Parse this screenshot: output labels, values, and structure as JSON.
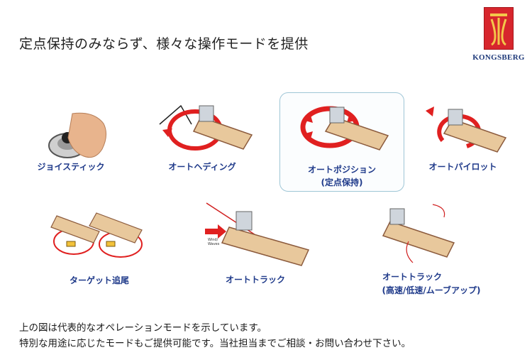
{
  "title": "定点保持のみならず、様々な操作モードを提供",
  "logo": {
    "brand": "KONGSBERG"
  },
  "modes": [
    {
      "label": "ジョイスティック"
    },
    {
      "label": "オートヘディング"
    },
    {
      "label": "オートポジション",
      "sublabel": "(定点保持)"
    },
    {
      "label": "オートパイロット"
    },
    {
      "label": "ターゲット追尾"
    },
    {
      "label": "オートトラック",
      "annotation": "Wind/\nWaves"
    },
    {
      "label": "オートトラック",
      "sublabel": "(高速/低速/ムーブアップ)"
    }
  ],
  "footnotes": [
    "上の図は代表的なオペレーションモードを示しています。",
    "特別な用途に応じたモードもご提供可能です。当社担当までご相談・お問い合わせ下さい。"
  ],
  "colors": {
    "accent_red": "#e02020",
    "label_blue": "#1f3a8a",
    "highlight_border": "#9fc6d6",
    "brand_red": "#d7262d",
    "brand_blue": "#1f3a7a"
  }
}
